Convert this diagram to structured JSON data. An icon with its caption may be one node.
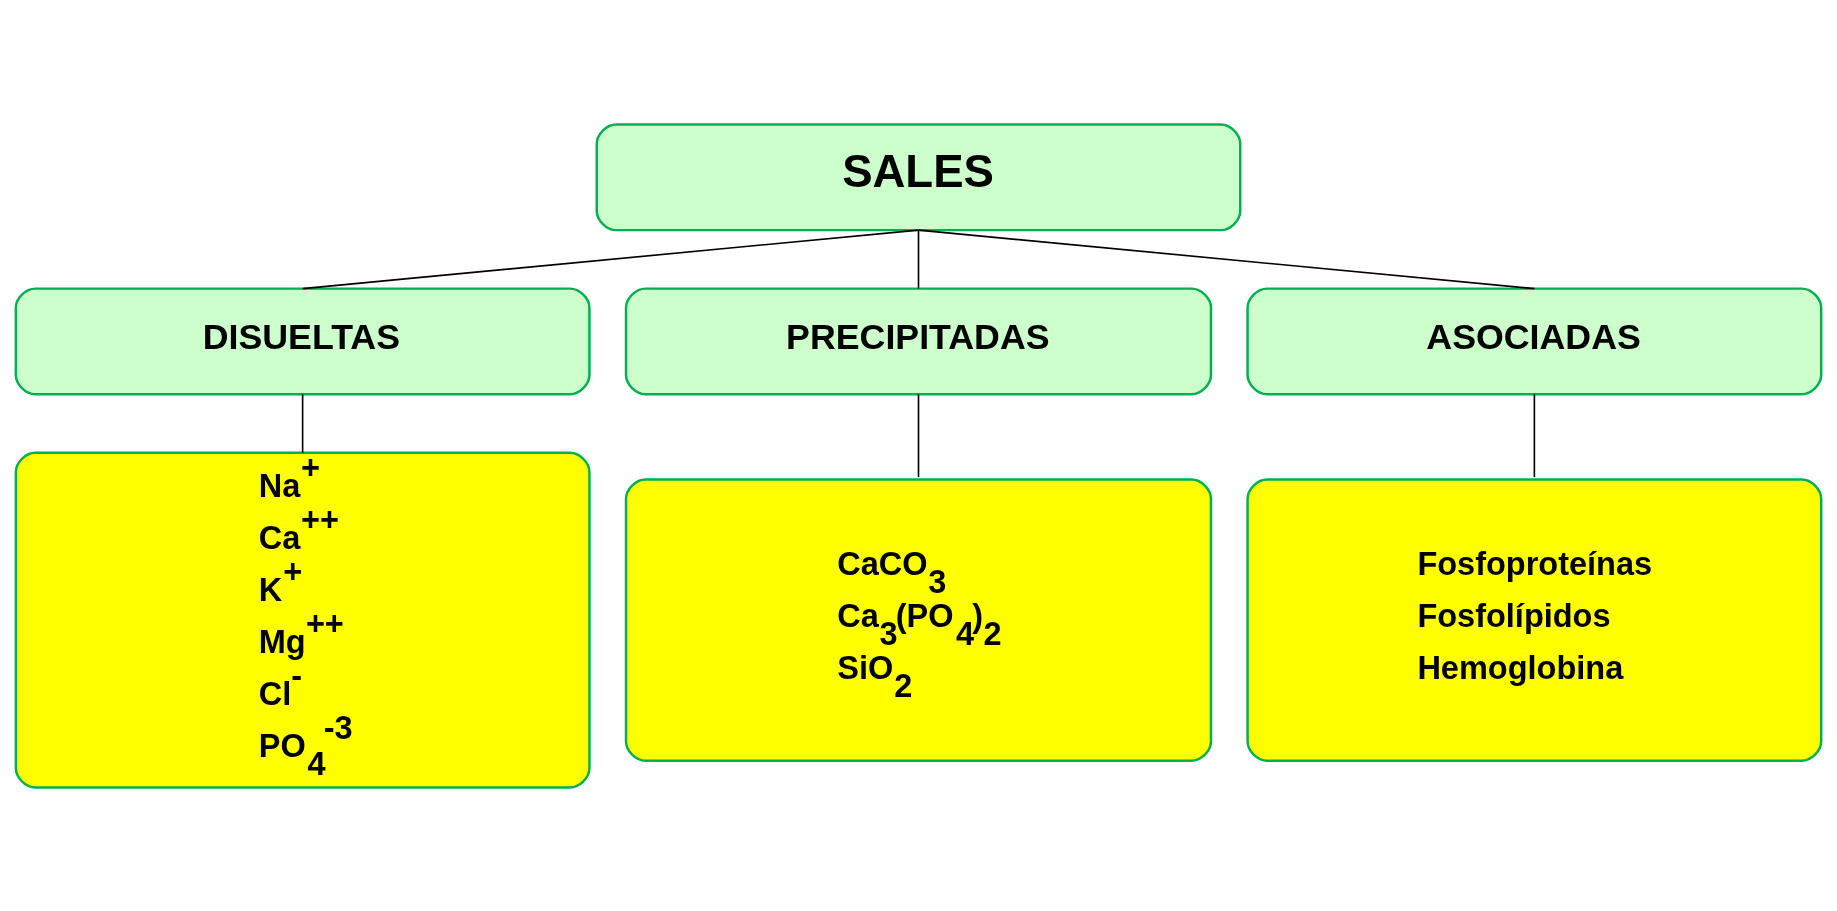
{
  "diagram": {
    "nodes": [
      {
        "text": [
          "SALES"
        ]
      },
      {
        "text": [
          "DISUELTAS"
        ]
      },
      {
        "text": [
          "PRECIPITADAS"
        ]
      },
      {
        "text": [
          "ASOCIADAS"
        ]
      },
      {
        "text": [
          "Na$^{+}$",
          "Ca$^{++}$",
          "K$^{+}$",
          "Mg$^{++}$",
          "Cl$^{-}$",
          "PO$_{4}$$^{-3}$"
        ]
      },
      {
        "text": [
          "CaCO$_{3}$",
          "Ca$_{3}$(PO$_{4}$)$_{2}$",
          "SiO$_{2}$"
        ]
      },
      {
        "text": [
          "Fosfoproteínas",
          "Fosfolípidos",
          "Hemoglobina"
        ]
      }
    ],
    "edges": [
      {
        "from": 0,
        "to": 1,
        "arrow": "none"
      },
      {
        "from": 0,
        "to": 2,
        "arrow": "none"
      },
      {
        "from": 0,
        "to": 3,
        "arrow": "none"
      },
      {
        "from": 1,
        "to": 4,
        "arrow": "none"
      },
      {
        "from": 2,
        "to": 5,
        "arrow": "none"
      },
      {
        "from": 3,
        "to": 6,
        "arrow": "none"
      }
    ]
  }
}
